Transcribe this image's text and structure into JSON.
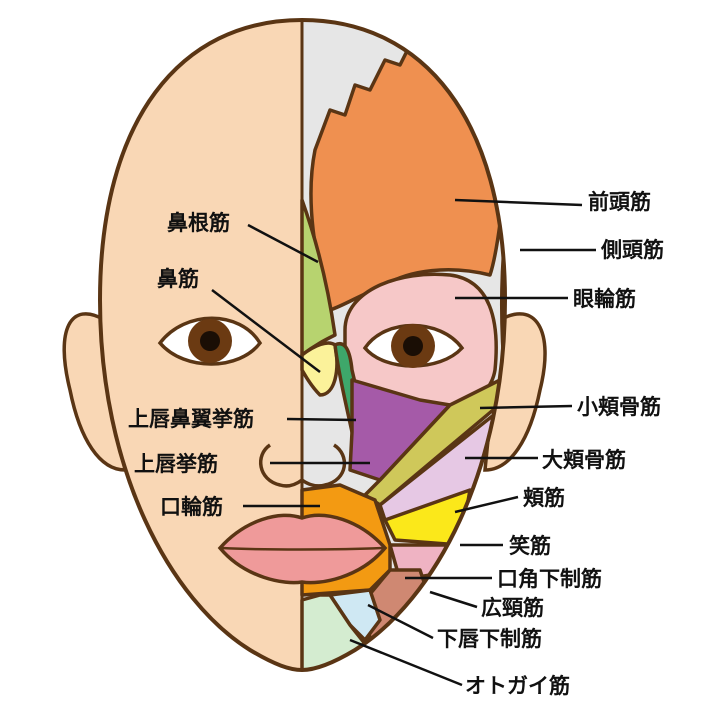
{
  "colors": {
    "skin": "#f9d7b5",
    "outline": "#5a3514",
    "frontalis": "#ef9050",
    "temporalis": "#d8b084",
    "orbicularis_oculi": "#f6c8c8",
    "procerus": "#b7d36f",
    "nasalis": "#fbf29a",
    "levator_labii_alaeque": "#3ea76a",
    "levator_labii": "#a55aa8",
    "zygomaticus_minor": "#cfc85a",
    "zygomaticus_major": "#2aaee6",
    "buccinator": "#e6c8e4",
    "risorius": "#fbe81a",
    "orbicularis_oris": "#f39a12",
    "depressor_anguli": "#cf8872",
    "platysma": "#efb3c3",
    "depressor_labii": "#cfe8f3",
    "mentalis": "#d4ecd0",
    "lip": "#ef9a9a"
  },
  "labels": {
    "procerus": "鼻根筋",
    "nasalis": "鼻筋",
    "levator_labii_alaeque": "上唇鼻翼挙筋",
    "levator_labii": "上唇挙筋",
    "orbicularis_oris": "口輪筋",
    "frontalis": "前頭筋",
    "temporalis": "側頭筋",
    "orbicularis_oculi": "眼輪筋",
    "zygomaticus_minor": "小頬骨筋",
    "zygomaticus_major": "大頬骨筋",
    "buccinator": "頬筋",
    "risorius": "笑筋",
    "depressor_anguli": "口角下制筋",
    "platysma": "広頸筋",
    "depressor_labii": "下唇下制筋",
    "mentalis": "オトガイ筋"
  }
}
